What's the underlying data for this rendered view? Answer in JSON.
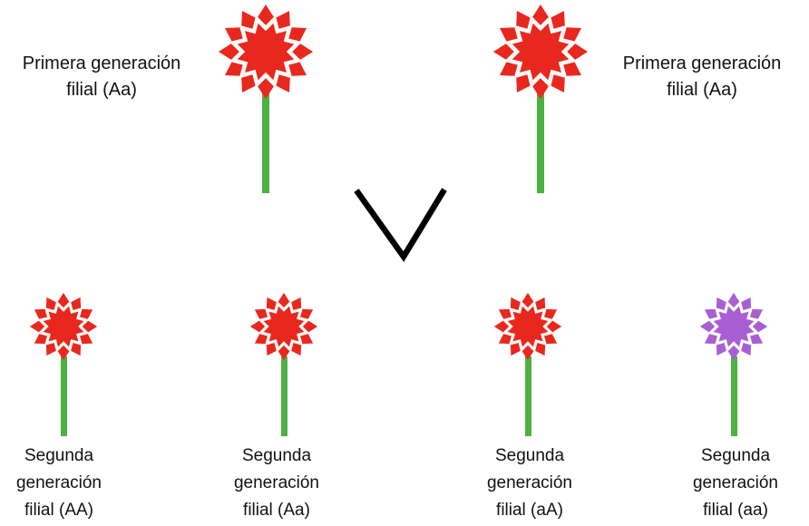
{
  "colors": {
    "flower_red": "#e8281e",
    "flower_purple": "#a95fd3",
    "stem_green": "#4db142",
    "line_black": "#000000",
    "text_black": "#111111",
    "inner_outline": "#fdfbf8",
    "background": "#ffffff"
  },
  "icons": {
    "flower": "12-point-burst-flower-with-inner-star-outline-and-green-stem",
    "cross_chevron": "black-v-shaped-descent-lines"
  },
  "parents": [
    {
      "lines": [
        "Primera generación",
        "filial (Aa)"
      ],
      "genotype": "Aa",
      "flower_color": "red"
    },
    {
      "lines": [
        "Primera generación",
        "filial (Aa)"
      ],
      "genotype": "Aa",
      "flower_color": "red"
    }
  ],
  "offspring": [
    {
      "lines": [
        "Segunda",
        "generación",
        "filial (AA)"
      ],
      "genotype": "AA",
      "flower_color": "red"
    },
    {
      "lines": [
        "Segunda",
        "generación",
        "filial (Aa)"
      ],
      "genotype": "Aa",
      "flower_color": "red"
    },
    {
      "lines": [
        "Segunda",
        "generación",
        "filial (aA)"
      ],
      "genotype": "aA",
      "flower_color": "red"
    },
    {
      "lines": [
        "Segunda",
        "generación",
        "filial (aa)"
      ],
      "genotype": "aa",
      "flower_color": "purple"
    }
  ]
}
